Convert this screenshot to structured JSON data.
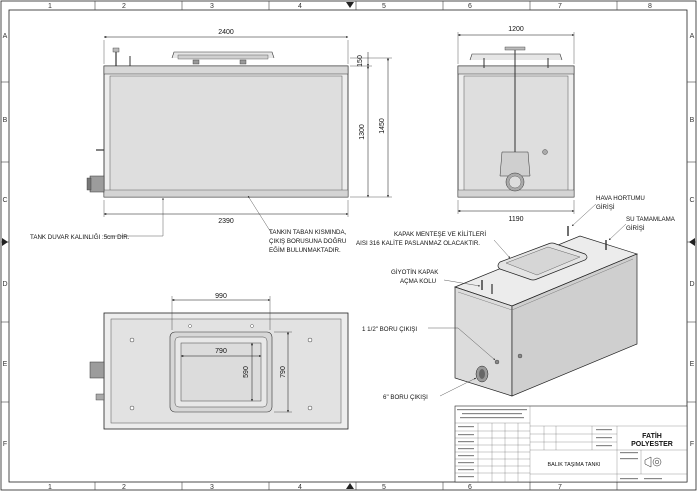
{
  "sheet": {
    "col_labels": [
      "1",
      "2",
      "3",
      "4",
      "5",
      "6",
      "7",
      "8"
    ],
    "row_labels": [
      "A",
      "B",
      "C",
      "D",
      "E",
      "F"
    ]
  },
  "front_view": {
    "dim_top": "2400",
    "dim_bottom": "2390",
    "dim_right_small": "150",
    "dim_right_inner": "1300",
    "dim_right_total": "1450"
  },
  "side_view": {
    "dim_top": "1200",
    "dim_bottom": "1190"
  },
  "top_view": {
    "dim_top": "990",
    "dim_inner_width": "790",
    "dim_inner_height": "590",
    "dim_outer_height": "790"
  },
  "annotations": {
    "wall_thickness": "TANK DUVAR KALINLIĞI :5cm DİR.",
    "bottom_slope_1": "TANKIN TABAN KISMINDA,",
    "bottom_slope_2": "ÇIKIŞ BORUSUNA DOĞRU",
    "bottom_slope_3": "EĞİM BULUNMAKTADIR.",
    "hinge_1": "KAPAK MENTEŞE VE KİLİTLERİ",
    "hinge_2": "AISI 316 KALİTE PASLANMAZ OLACAKTIR.",
    "air_1": "HAVA HORTUMU",
    "air_2": "GİRİŞİ",
    "water_1": "SU TAMAMLAMA",
    "water_2": "GİRİŞİ",
    "guillotine_1": "GİYOTİN KAPAK",
    "guillotine_2": "AÇMA KOLU",
    "pipe_small": "1 1/2\" BORU ÇIKIŞI",
    "pipe_large": "6\" BORU ÇIKIŞI"
  },
  "title_block": {
    "drawing_title": "BALIK TAŞIMA TANKI",
    "company_1": "FATİH",
    "company_2": "POLYESTER"
  }
}
